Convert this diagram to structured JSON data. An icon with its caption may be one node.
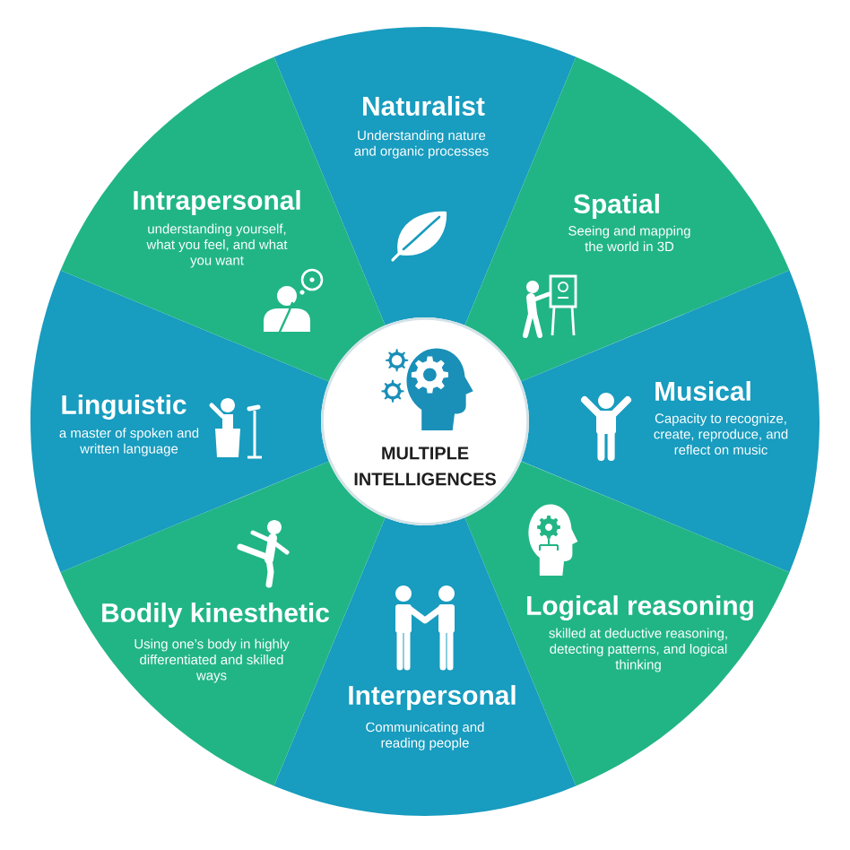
{
  "diagram": {
    "nodes": [
      {
        "text": [
          "MULTIPLE INTELLIGENCES"
        ]
      },
      {
        "text": [
          "Naturalist",
          "Understanding nature and organic processes"
        ]
      },
      {
        "text": [
          "Spatial",
          "Seeing and mapping the world in 3D"
        ]
      },
      {
        "text": [
          "Musical",
          "Capacity to recognize, create, reproduce, and reflect on music"
        ]
      },
      {
        "text": [
          "Logical reasoning",
          "skilled at deductive reasoning, detecting patterns, and logical thinking"
        ]
      },
      {
        "text": [
          "Interpersonal",
          "Communicating and reading people"
        ]
      },
      {
        "text": [
          "Bodily kinesthetic",
          "Using one’s body in highly differentiated and skilled ways"
        ]
      },
      {
        "text": [
          "Linguistic",
          "a master of spoken and written language"
        ]
      },
      {
        "text": [
          "Intrapersonal",
          "understanding yourself, what you feel, and what you want"
        ]
      }
    ]
  }
}
